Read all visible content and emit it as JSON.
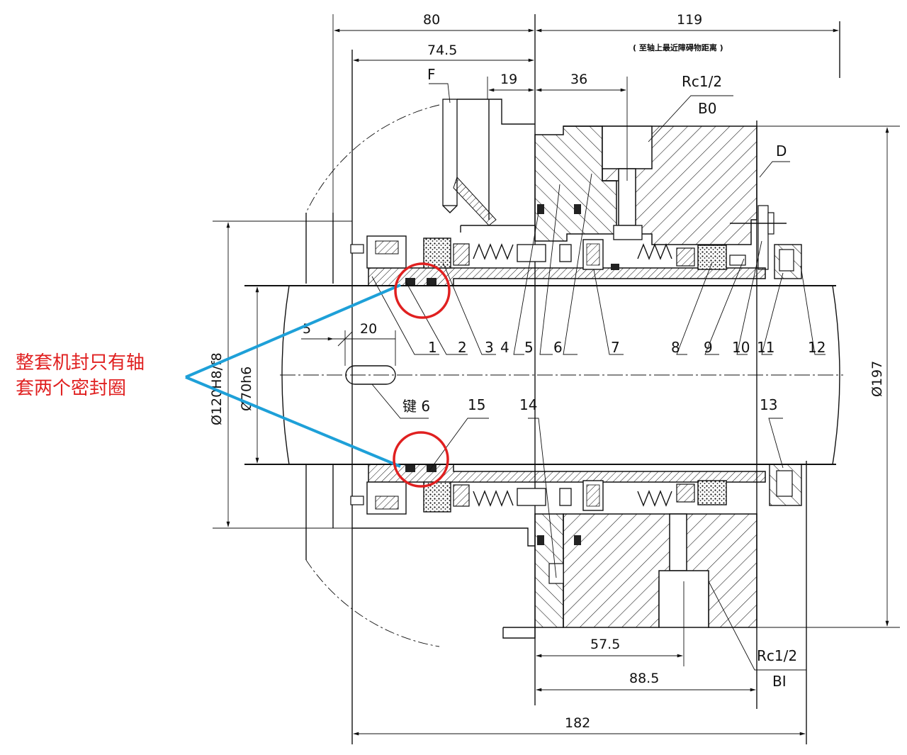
{
  "dimensions": {
    "d80": "80",
    "d119": "119",
    "d119_note": "( 至轴上最近障碍物距离 )",
    "d74_5": "74.5",
    "d19": "19",
    "d36": "36",
    "d5": "5",
    "d20": "20",
    "d57_5": "57.5",
    "d88_5": "88.5",
    "d182": "182",
    "dia120": "Ø120H8/f8",
    "dia70": "Ø70h6",
    "dia197": "Ø197"
  },
  "ports": {
    "bo_thread": "Rc1/2",
    "bo_label": "B0",
    "bi_thread": "Rc1/2",
    "bi_label": "BI",
    "f_label": "F",
    "d_label": "D",
    "key_label": "键 6"
  },
  "parts": [
    "1",
    "2",
    "3",
    "4",
    "5",
    "6",
    "7",
    "8",
    "9",
    "10",
    "11",
    "12",
    "13",
    "14",
    "15"
  ],
  "annotation": {
    "line1": "整套机封只有轴",
    "line2": "套两个密封圈"
  },
  "colors": {
    "annotation_text": "#e02020",
    "highlight_circle": "#e02020",
    "pointer_lines": "#1ea0d8",
    "drawing": "#111111"
  }
}
